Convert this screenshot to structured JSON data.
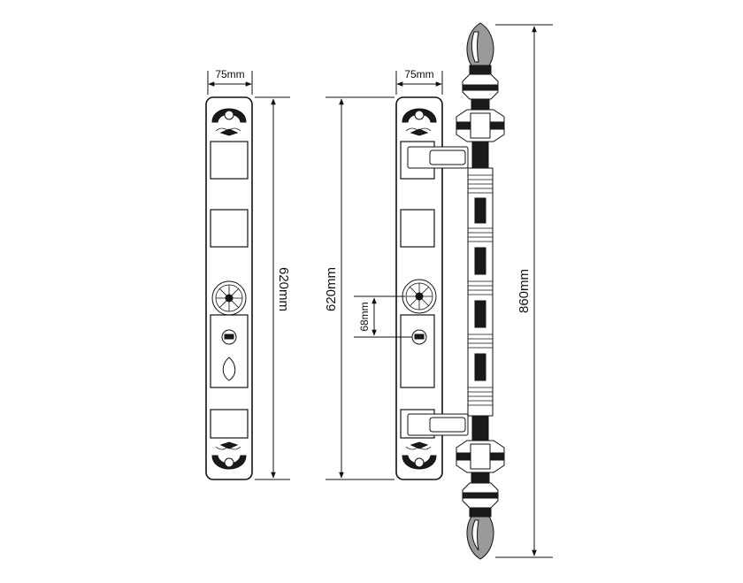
{
  "diagram": {
    "dimensions": {
      "plate_width_left": "75mm",
      "plate_height_left": "620mm",
      "plate_width_right": "75mm",
      "plate_height_right": "620mm",
      "handle_offset": "68mm",
      "handle_height": "860mm"
    }
  }
}
